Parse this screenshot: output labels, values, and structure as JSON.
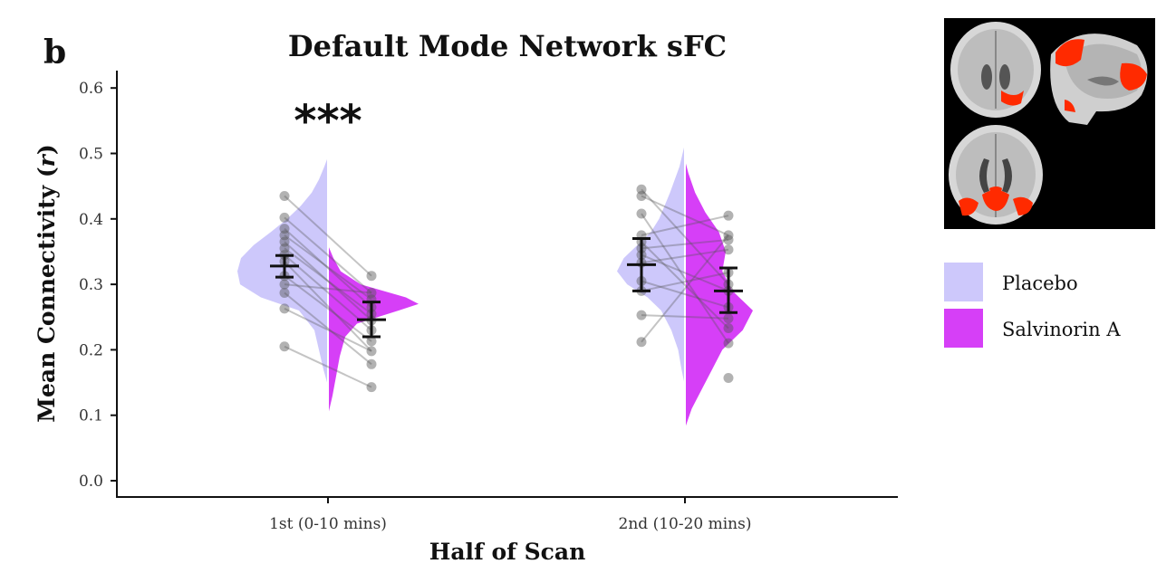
{
  "panel_label": "b",
  "colors": {
    "placebo": "#cdc8fb",
    "salvinorin": "#d63ff7",
    "points": "#555555",
    "error_bar": "#111111"
  },
  "brain_inset": {
    "icon": "brain-mri-slices-icon",
    "highlight_color": "#ff2a00"
  },
  "chart_data": {
    "type": "violin",
    "title": "Default Mode Network sFC",
    "xlabel": "Half of Scan",
    "ylabel": "Mean Connectivity (r)",
    "ylabel_main": "Mean Connectivity (",
    "ylabel_var": "r",
    "ylabel_end": ")",
    "ylim": [
      0.0,
      0.6
    ],
    "yticks": [
      "0.0",
      "0.1",
      "0.2",
      "0.3",
      "0.4",
      "0.5",
      "0.6"
    ],
    "categories": [
      "1st (0-10 mins)",
      "2nd (10-20 mins)"
    ],
    "legend": {
      "placement": "right",
      "entries": [
        "Placebo",
        "Salvinorin A"
      ]
    },
    "annotations": [
      {
        "text": "***",
        "category": "1st (0-10 mins)"
      }
    ],
    "series": [
      {
        "name": "Placebo",
        "means": [
          0.328,
          0.33
        ],
        "error": [
          [
            0.311,
            0.344
          ],
          [
            0.29,
            0.37
          ]
        ],
        "points": [
          [
            0.435,
            0.402,
            0.385,
            0.375,
            0.365,
            0.355,
            0.345,
            0.335,
            0.313,
            0.3,
            0.287,
            0.263,
            0.205
          ],
          [
            0.445,
            0.435,
            0.408,
            0.375,
            0.365,
            0.355,
            0.345,
            0.333,
            0.305,
            0.29,
            0.253,
            0.212
          ]
        ],
        "violin_range": [
          [
            0.145,
            0.495
          ],
          [
            0.145,
            0.515
          ]
        ],
        "violin_density": [
          [
            [
              0.145,
              0.0
            ],
            [
              0.17,
              0.05
            ],
            [
              0.2,
              0.1
            ],
            [
              0.23,
              0.15
            ],
            [
              0.26,
              0.32
            ],
            [
              0.28,
              0.74
            ],
            [
              0.3,
              0.97
            ],
            [
              0.32,
              1.0
            ],
            [
              0.34,
              0.96
            ],
            [
              0.36,
              0.82
            ],
            [
              0.38,
              0.63
            ],
            [
              0.4,
              0.45
            ],
            [
              0.42,
              0.3
            ],
            [
              0.44,
              0.18
            ],
            [
              0.46,
              0.1
            ],
            [
              0.48,
              0.04
            ],
            [
              0.495,
              0.0
            ]
          ],
          [
            [
              0.145,
              0.0
            ],
            [
              0.17,
              0.05
            ],
            [
              0.2,
              0.1
            ],
            [
              0.23,
              0.2
            ],
            [
              0.26,
              0.35
            ],
            [
              0.28,
              0.55
            ],
            [
              0.3,
              0.85
            ],
            [
              0.32,
              1.0
            ],
            [
              0.34,
              0.9
            ],
            [
              0.36,
              0.7
            ],
            [
              0.38,
              0.5
            ],
            [
              0.4,
              0.38
            ],
            [
              0.42,
              0.3
            ],
            [
              0.44,
              0.22
            ],
            [
              0.46,
              0.15
            ],
            [
              0.48,
              0.08
            ],
            [
              0.515,
              0.0
            ]
          ]
        ]
      },
      {
        "name": "Salvinorin A",
        "means": [
          0.246,
          0.29
        ],
        "error": [
          [
            0.22,
            0.273
          ],
          [
            0.257,
            0.325
          ]
        ],
        "points": [
          [
            0.313,
            0.287,
            0.277,
            0.265,
            0.255,
            0.245,
            0.23,
            0.213,
            0.198,
            0.178,
            0.143
          ],
          [
            0.405,
            0.375,
            0.368,
            0.353,
            0.318,
            0.3,
            0.29,
            0.265,
            0.248,
            0.233,
            0.21,
            0.157
          ]
        ],
        "violin_range": [
          [
            0.1,
            0.36
          ],
          [
            0.08,
            0.49
          ]
        ],
        "violin_density": [
          [
            [
              0.1,
              0.0
            ],
            [
              0.13,
              0.05
            ],
            [
              0.16,
              0.09
            ],
            [
              0.19,
              0.13
            ],
            [
              0.22,
              0.19
            ],
            [
              0.24,
              0.32
            ],
            [
              0.26,
              0.78
            ],
            [
              0.27,
              1.0
            ],
            [
              0.28,
              0.86
            ],
            [
              0.3,
              0.36
            ],
            [
              0.32,
              0.14
            ],
            [
              0.34,
              0.06
            ],
            [
              0.36,
              0.0
            ]
          ],
          [
            [
              0.08,
              0.0
            ],
            [
              0.11,
              0.1
            ],
            [
              0.14,
              0.25
            ],
            [
              0.17,
              0.4
            ],
            [
              0.2,
              0.55
            ],
            [
              0.23,
              0.85
            ],
            [
              0.26,
              1.0
            ],
            [
              0.29,
              0.7
            ],
            [
              0.32,
              0.55
            ],
            [
              0.35,
              0.6
            ],
            [
              0.38,
              0.5
            ],
            [
              0.41,
              0.3
            ],
            [
              0.44,
              0.15
            ],
            [
              0.47,
              0.05
            ],
            [
              0.49,
              0.0
            ]
          ]
        ]
      }
    ],
    "pairs": [
      [
        [
          0.435,
          0.313
        ],
        [
          0.402,
          0.287
        ],
        [
          0.385,
          0.265
        ],
        [
          0.375,
          0.277
        ],
        [
          0.365,
          0.245
        ],
        [
          0.355,
          0.255
        ],
        [
          0.345,
          0.23
        ],
        [
          0.335,
          0.198
        ],
        [
          0.313,
          0.213
        ],
        [
          0.3,
          0.287
        ],
        [
          0.287,
          0.178
        ],
        [
          0.263,
          0.198
        ],
        [
          0.205,
          0.143
        ]
      ],
      [
        [
          0.445,
          0.3
        ],
        [
          0.435,
          0.375
        ],
        [
          0.408,
          0.21
        ],
        [
          0.375,
          0.405
        ],
        [
          0.365,
          0.233
        ],
        [
          0.355,
          0.368
        ],
        [
          0.345,
          0.29
        ],
        [
          0.333,
          0.353
        ],
        [
          0.305,
          0.265
        ],
        [
          0.29,
          0.318
        ],
        [
          0.253,
          0.248
        ],
        [
          0.212,
          0.375
        ]
      ]
    ]
  }
}
